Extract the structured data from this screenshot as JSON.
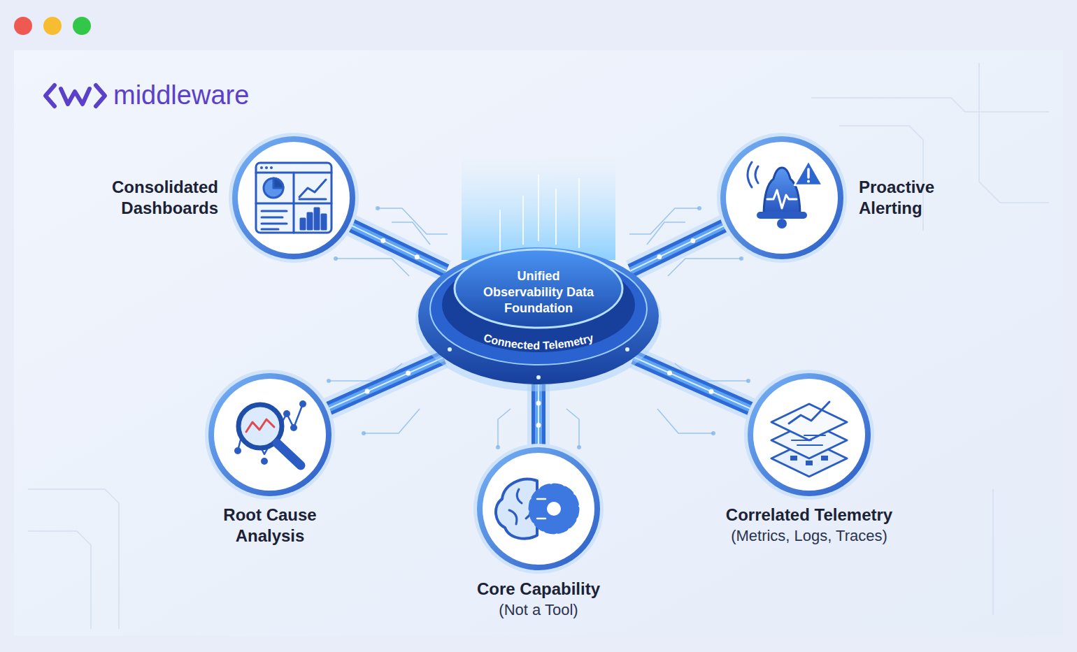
{
  "diagram": {
    "nodes": [
      {
        "text": [
          "Unified Observability Data Foundation",
          "Connected Telemetry"
        ]
      },
      {
        "text": [
          "Consolidated Dashboards"
        ]
      },
      {
        "text": [
          "Proactive Alerting"
        ]
      },
      {
        "text": [
          "Root Cause Analysis"
        ]
      },
      {
        "text": [
          "Core Capability",
          "(Not a Tool)"
        ]
      },
      {
        "text": [
          "Correlated Telemetry",
          "(Metrics, Logs, Traces)"
        ]
      }
    ],
    "edges": [
      {
        "from": 0,
        "to": 1,
        "arrow": "none"
      },
      {
        "from": 0,
        "to": 2,
        "arrow": "none"
      },
      {
        "from": 0,
        "to": 3,
        "arrow": "none"
      },
      {
        "from": 0,
        "to": 4,
        "arrow": "none"
      },
      {
        "from": 0,
        "to": 5,
        "arrow": "none"
      }
    ],
    "labels": [
      "middleware"
    ]
  }
}
